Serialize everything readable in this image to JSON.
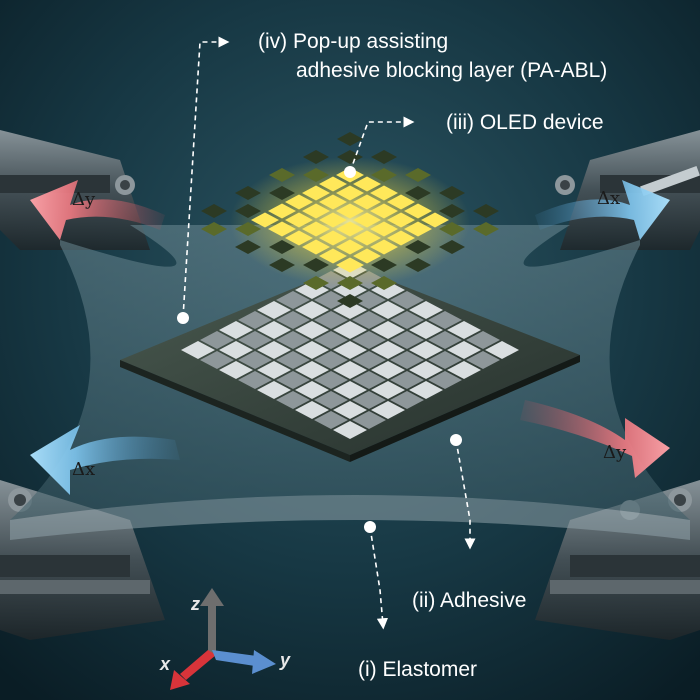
{
  "labels": {
    "iv_line1": "(iv) Pop-up assisting",
    "iv_line2": "adhesive blocking layer (PA-ABL)",
    "iii": "(iii) OLED device",
    "ii": "(ii) Adhesive",
    "i": "(i) Elastomer"
  },
  "arrows": {
    "top_left": "Δy",
    "top_right": "Δx",
    "bottom_left": "Δx",
    "bottom_right": "Δy"
  },
  "axes": {
    "z": "z",
    "x": "x",
    "y": "y"
  },
  "colors": {
    "background": "#0f2a34",
    "oled_glow": "#ffe85a",
    "red_arrow": "#f07a82",
    "blue_arrow": "#7fc6ef",
    "axis_z": "#6e6e6e",
    "axis_x": "#d8343a",
    "axis_y": "#5b8fd0"
  }
}
